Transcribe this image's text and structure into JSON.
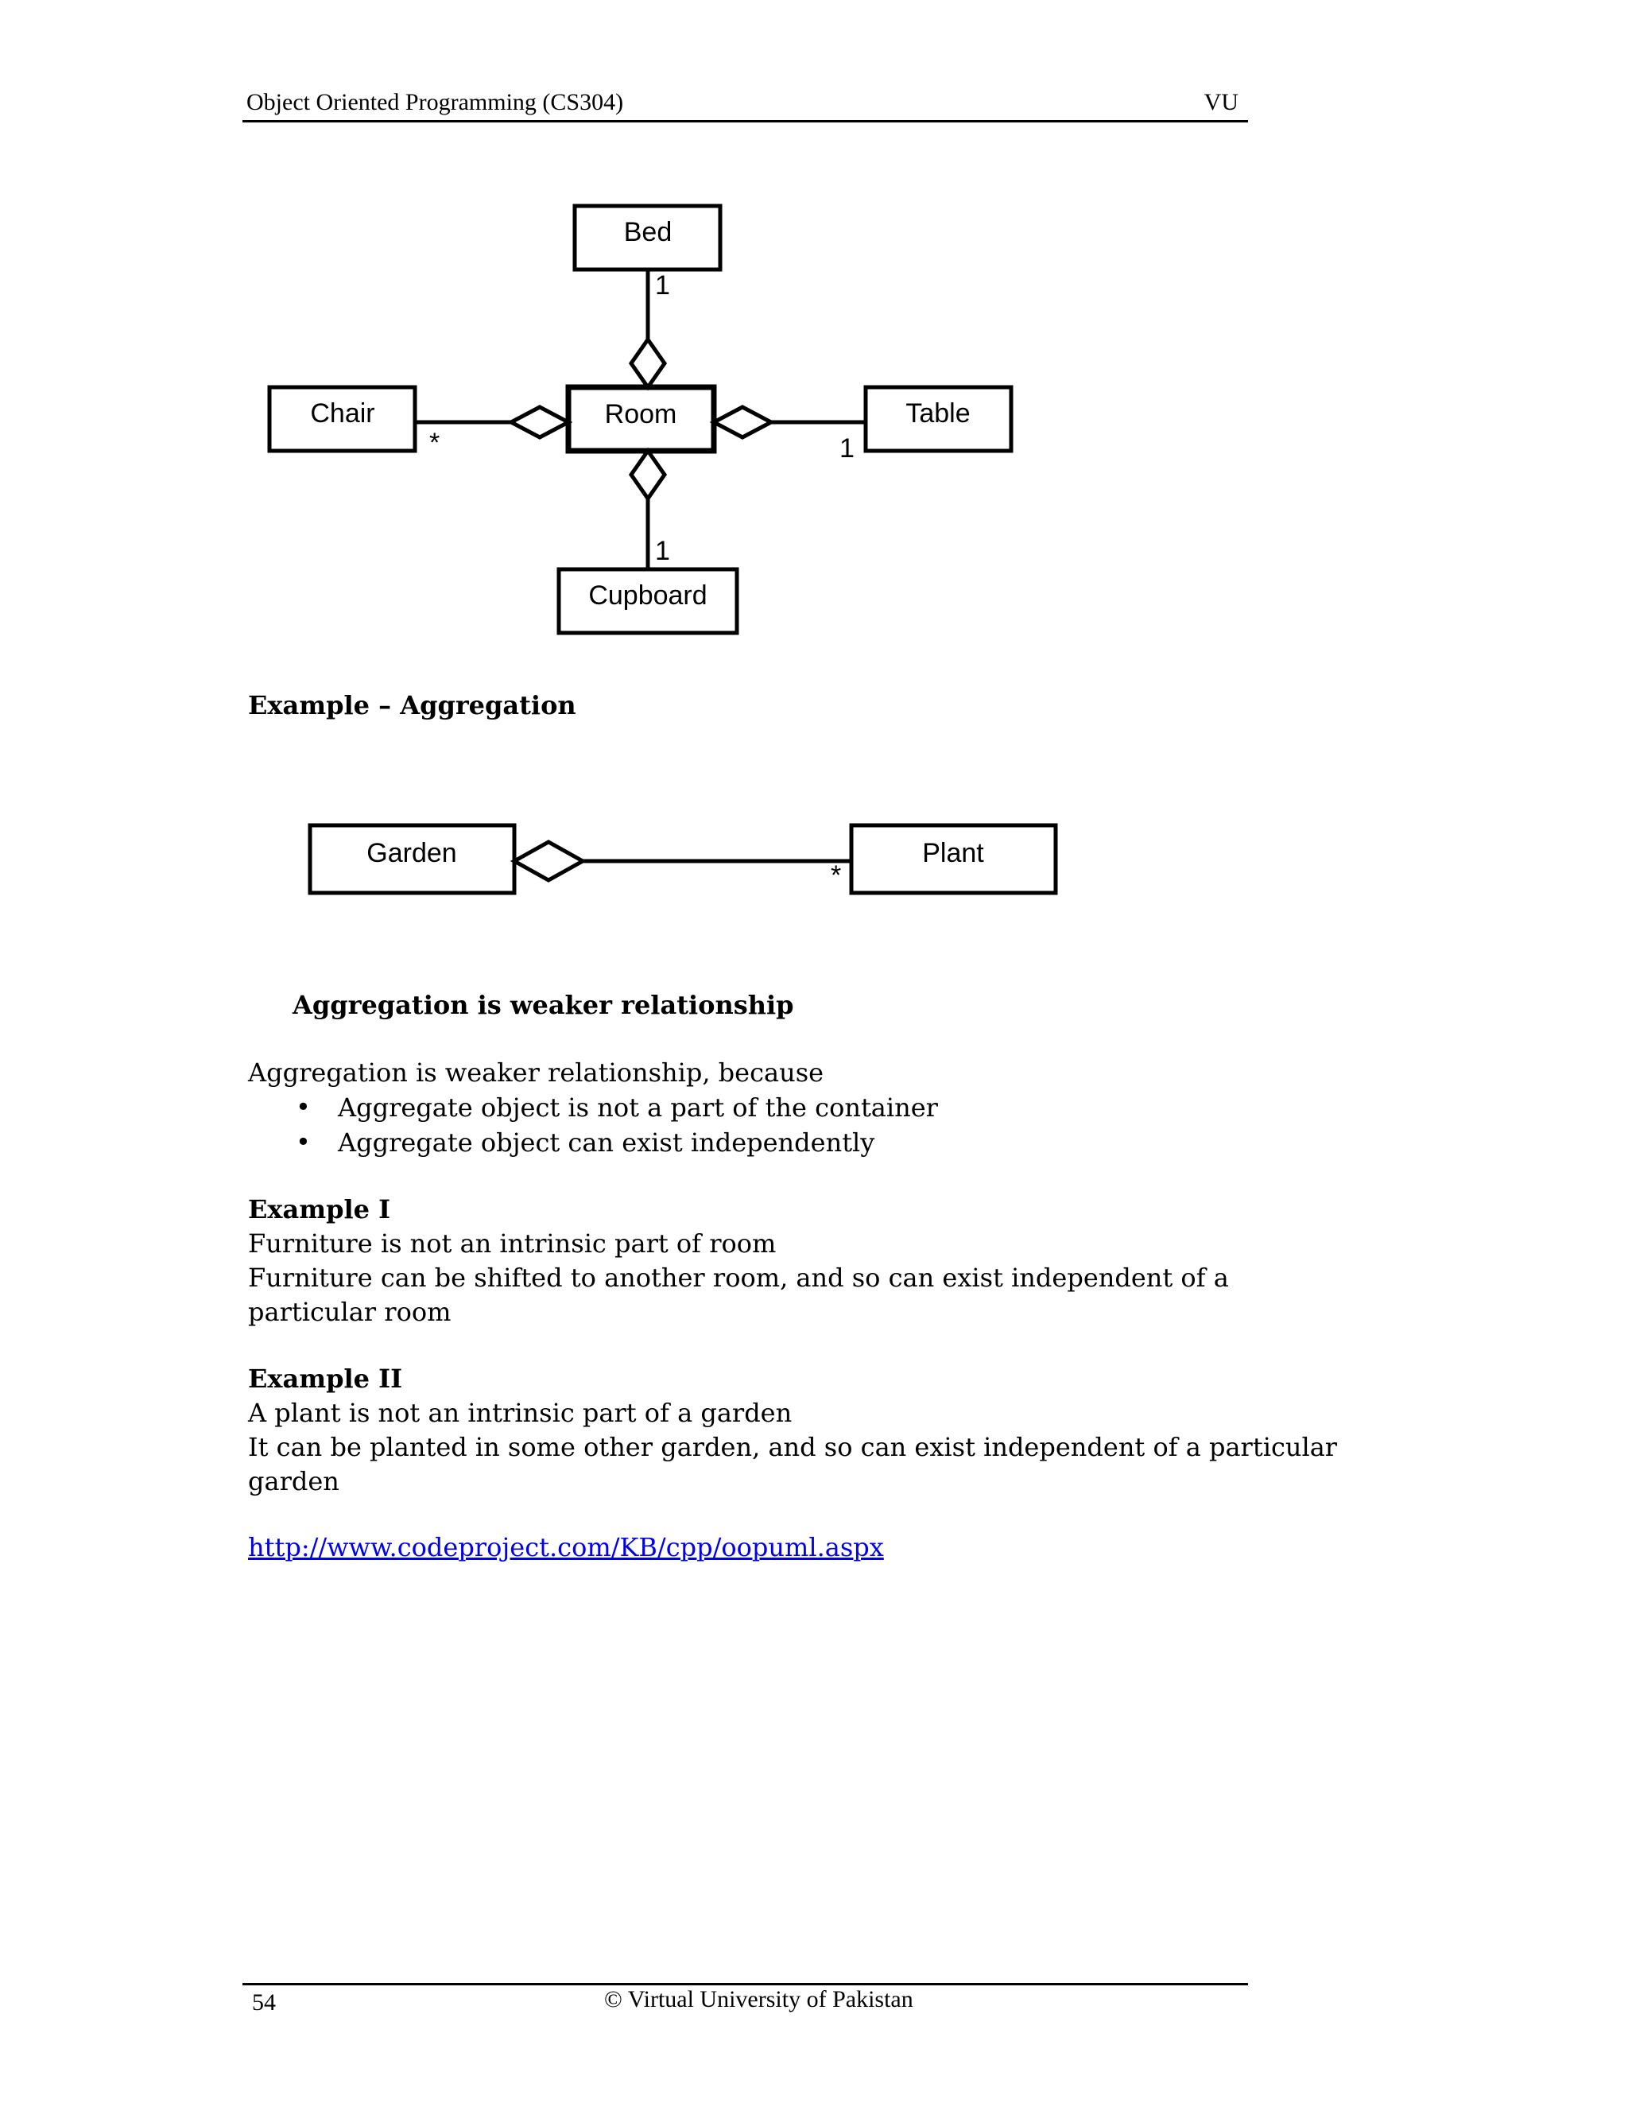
{
  "header": {
    "title": "Object Oriented Programming (CS304)",
    "right": "VU"
  },
  "diagram1": {
    "bed": "Bed",
    "room": "Room",
    "chair": "Chair",
    "table": "Table",
    "cupboard": "Cupboard",
    "bed_mult": "1",
    "chair_mult": "*",
    "table_mult": "1",
    "cupboard_mult": "1"
  },
  "section_heading": "Example – Aggregation",
  "diagram2": {
    "garden": "Garden",
    "plant": "Plant",
    "plant_mult": "*"
  },
  "subheading": "Aggregation is weaker relationship",
  "intro": "Aggregation is weaker relationship, because",
  "bullets": [
    "Aggregate object is not a part of the container",
    "Aggregate object can exist independently"
  ],
  "example1": {
    "title": "Example I",
    "lines": [
      "Furniture is not an intrinsic part of room",
      "Furniture can be shifted to another room, and so can exist independent of a",
      "particular room"
    ]
  },
  "example2": {
    "title": "Example II",
    "lines": [
      "A plant is not an intrinsic part of a garden",
      "It can be planted in some other garden, and so can exist independent of a particular",
      "garden"
    ]
  },
  "link": "http://www.codeproject.com/KB/cpp/oopuml.aspx",
  "footer": {
    "page_number": "54",
    "copyright": "© Virtual University of Pakistan"
  }
}
